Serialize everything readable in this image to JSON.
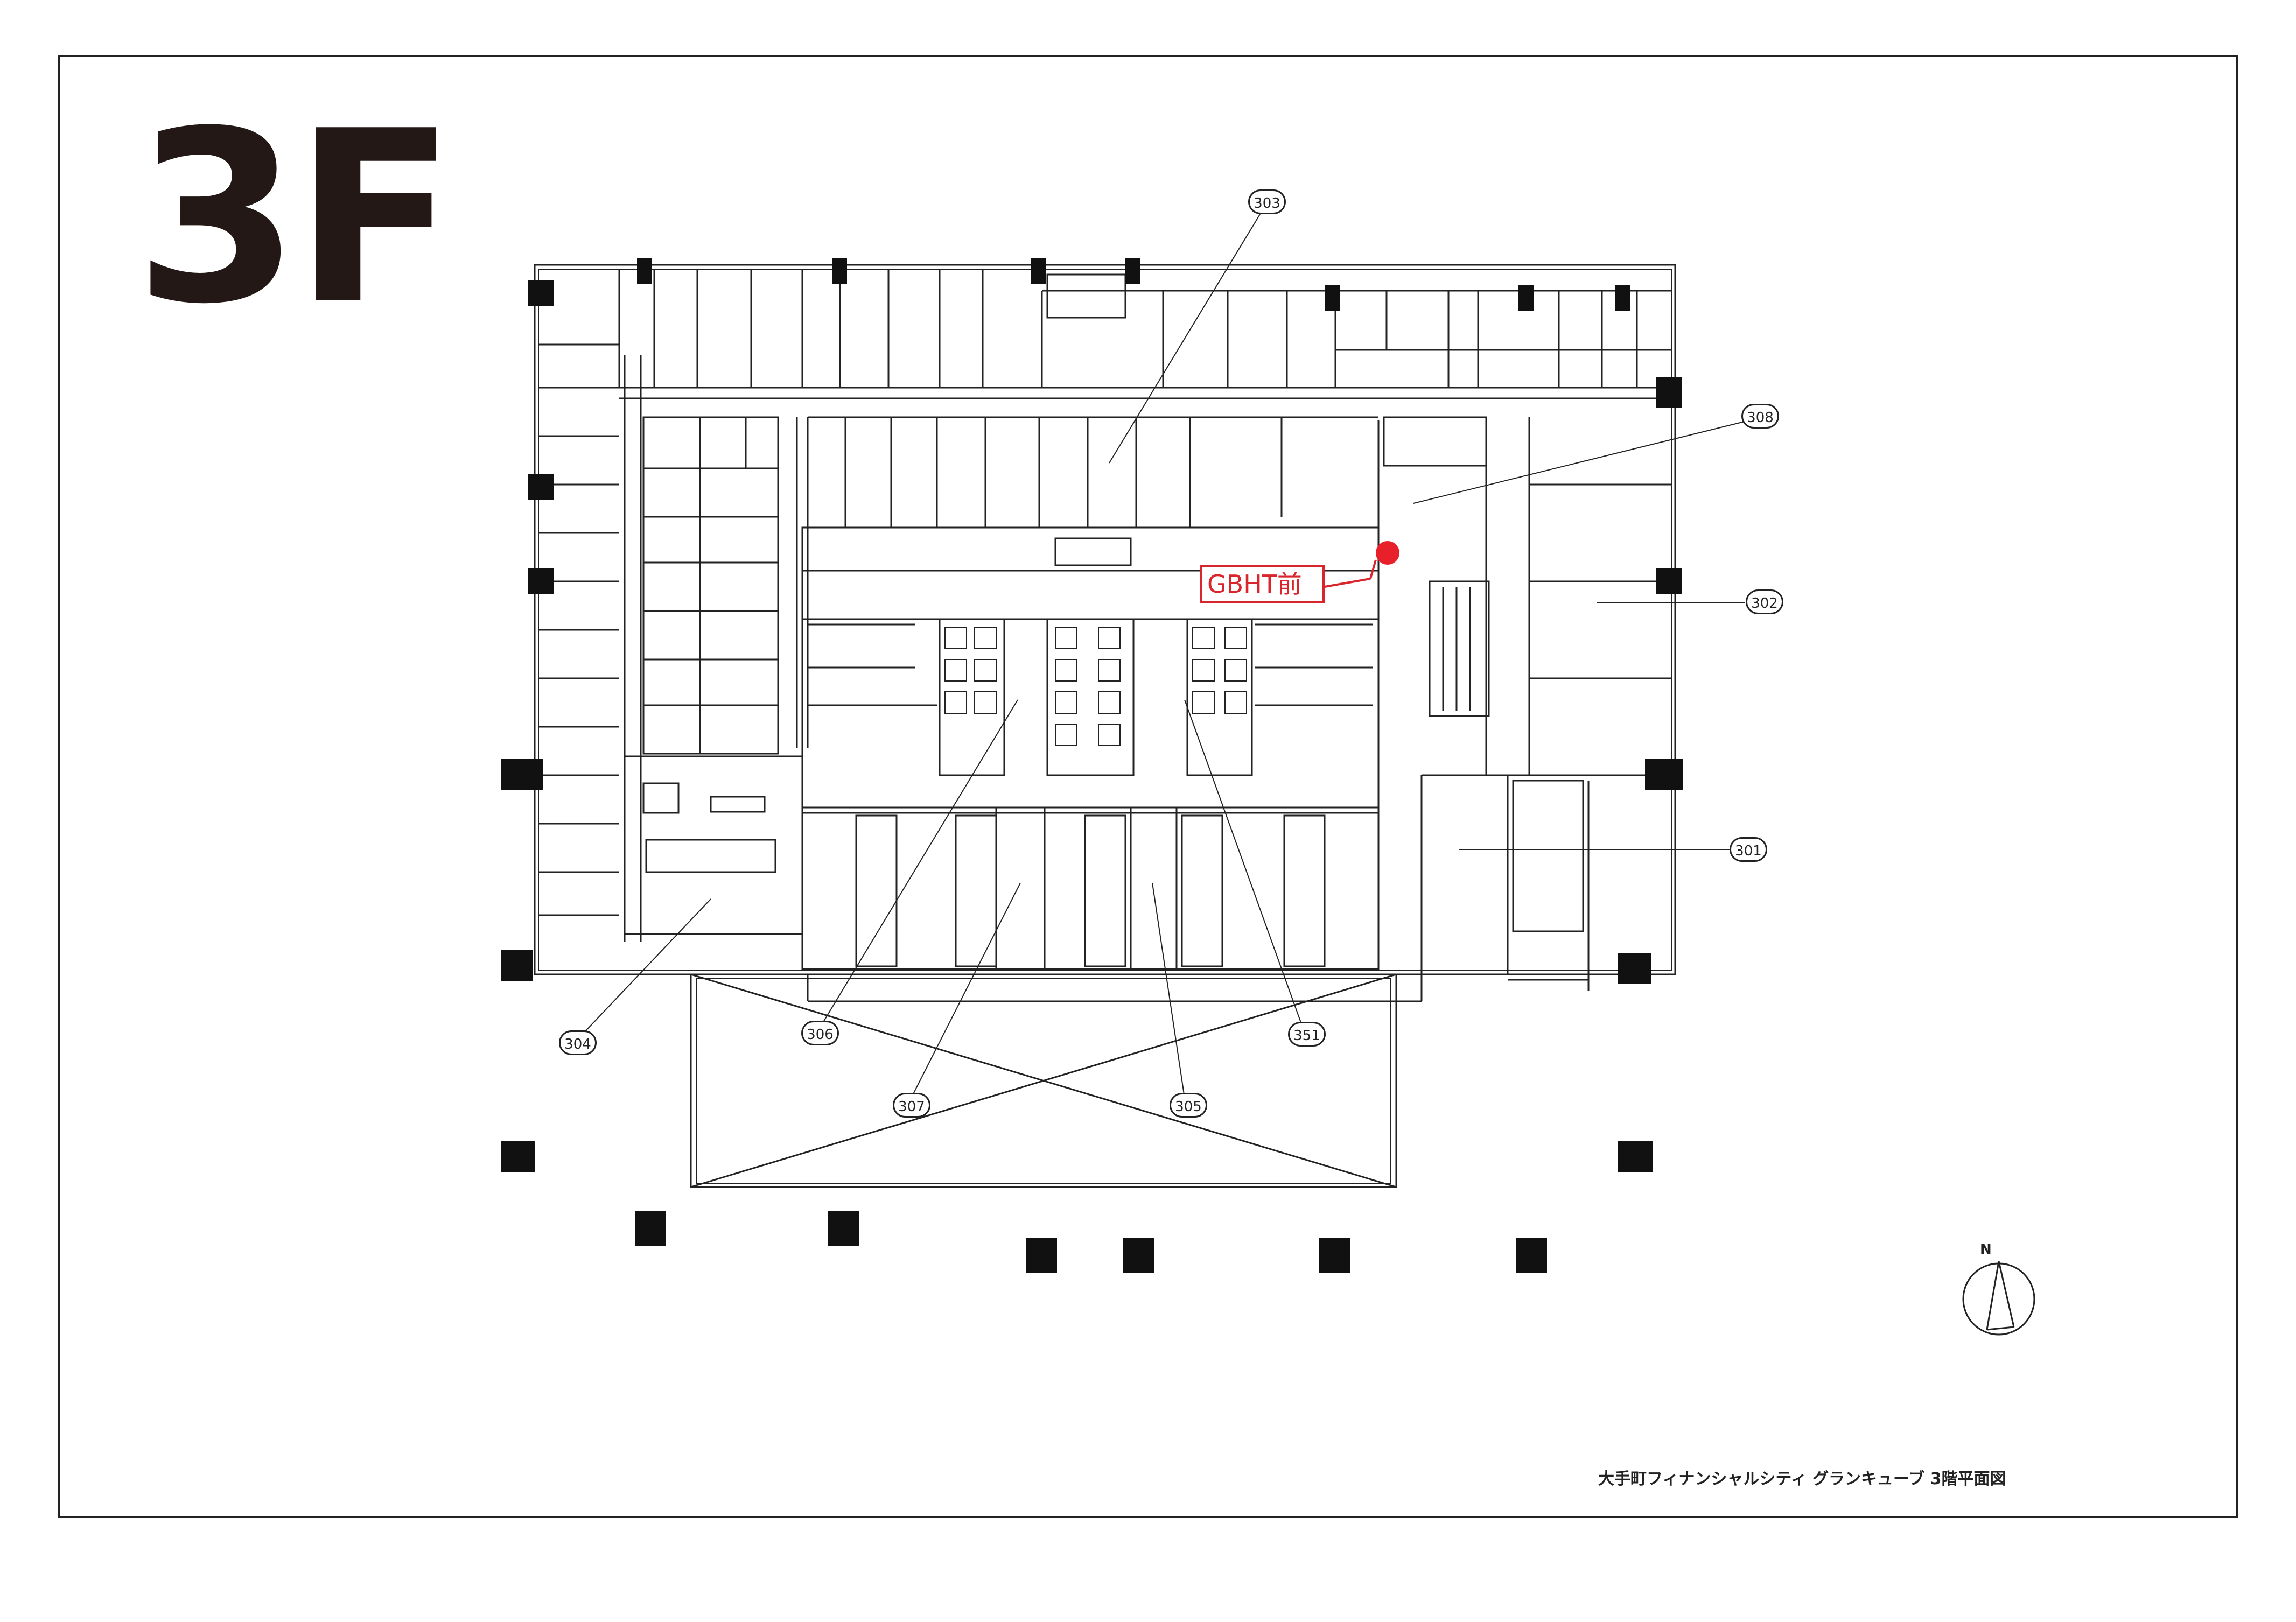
{
  "floor_label": "3F",
  "marker": {
    "label": "GBHT前",
    "color": "#e8202a"
  },
  "room_tags": {
    "r303": "303",
    "r308": "308",
    "r302": "302",
    "r301": "301",
    "r304": "304",
    "r306": "306",
    "r351": "351",
    "r307": "307",
    "r305": "305"
  },
  "compass": {
    "label": "N"
  },
  "caption": "大手町フィナンシャルシティ グランキューブ 3階平面図"
}
